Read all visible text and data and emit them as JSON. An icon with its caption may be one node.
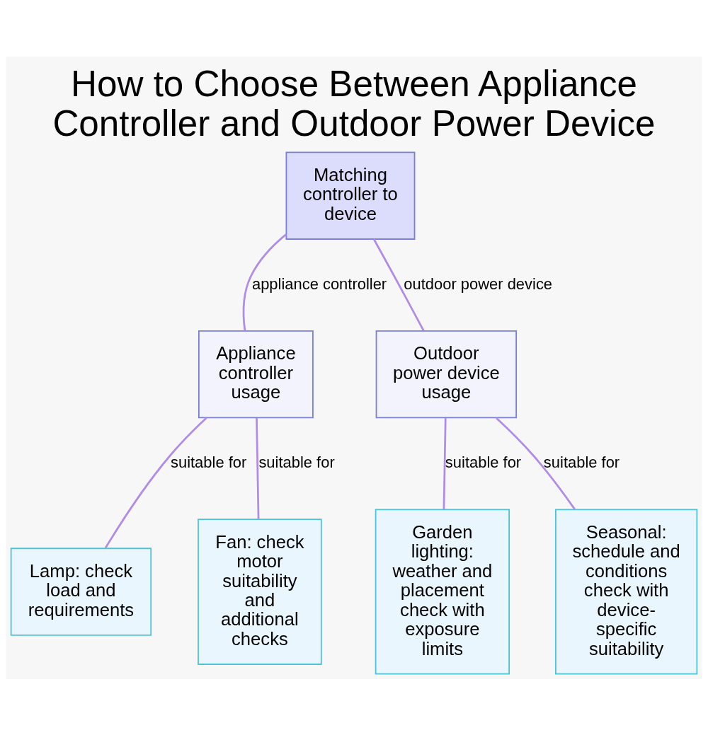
{
  "diagram": {
    "title": "How to Choose Between Appliance Controller and Outdoor Power Device",
    "nodes": [
      {
        "text": [
          "Matching controller to device"
        ]
      },
      {
        "text": [
          "Appliance controller usage"
        ]
      },
      {
        "text": [
          "Outdoor power device usage"
        ]
      },
      {
        "text": [
          "Lamp: check load and requirements"
        ]
      },
      {
        "text": [
          "Fan: check motor suitability and additional checks"
        ]
      },
      {
        "text": [
          "Garden lighting: weather and placement check with exposure limits"
        ]
      },
      {
        "text": [
          "Seasonal: schedule and conditions check with device-specific suitability"
        ]
      }
    ],
    "edges": [
      {
        "from": 0,
        "to": 1,
        "arrow": "none",
        "label": "appliance controller"
      },
      {
        "from": 0,
        "to": 2,
        "arrow": "none",
        "label": "outdoor power device"
      },
      {
        "from": 1,
        "to": 3,
        "arrow": "none",
        "label": "suitable for"
      },
      {
        "from": 1,
        "to": 4,
        "arrow": "none",
        "label": "suitable for"
      },
      {
        "from": 2,
        "to": 5,
        "arrow": "none",
        "label": "suitable for"
      },
      {
        "from": 2,
        "to": 6,
        "arrow": "none",
        "label": "suitable for"
      }
    ]
  }
}
